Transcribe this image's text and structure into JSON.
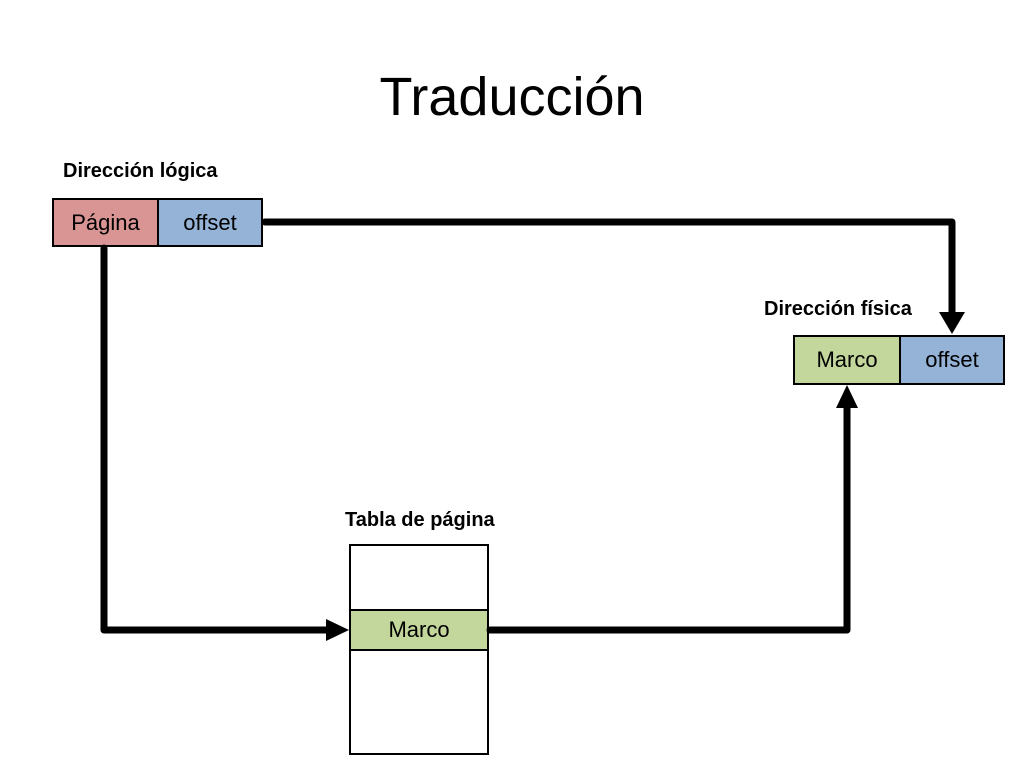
{
  "title": "Traducción",
  "logical_address": {
    "label": "Dirección lógica",
    "page_field": "Página",
    "offset_field": "offset"
  },
  "physical_address": {
    "label": "Dirección física",
    "frame_field": "Marco",
    "offset_field": "offset"
  },
  "page_table": {
    "label": "Tabla de página",
    "entry": "Marco"
  },
  "colors": {
    "page_field": "#d99594",
    "frame_field": "#c3d69b",
    "offset_field": "#95b3d7",
    "arrow": "#000000"
  }
}
